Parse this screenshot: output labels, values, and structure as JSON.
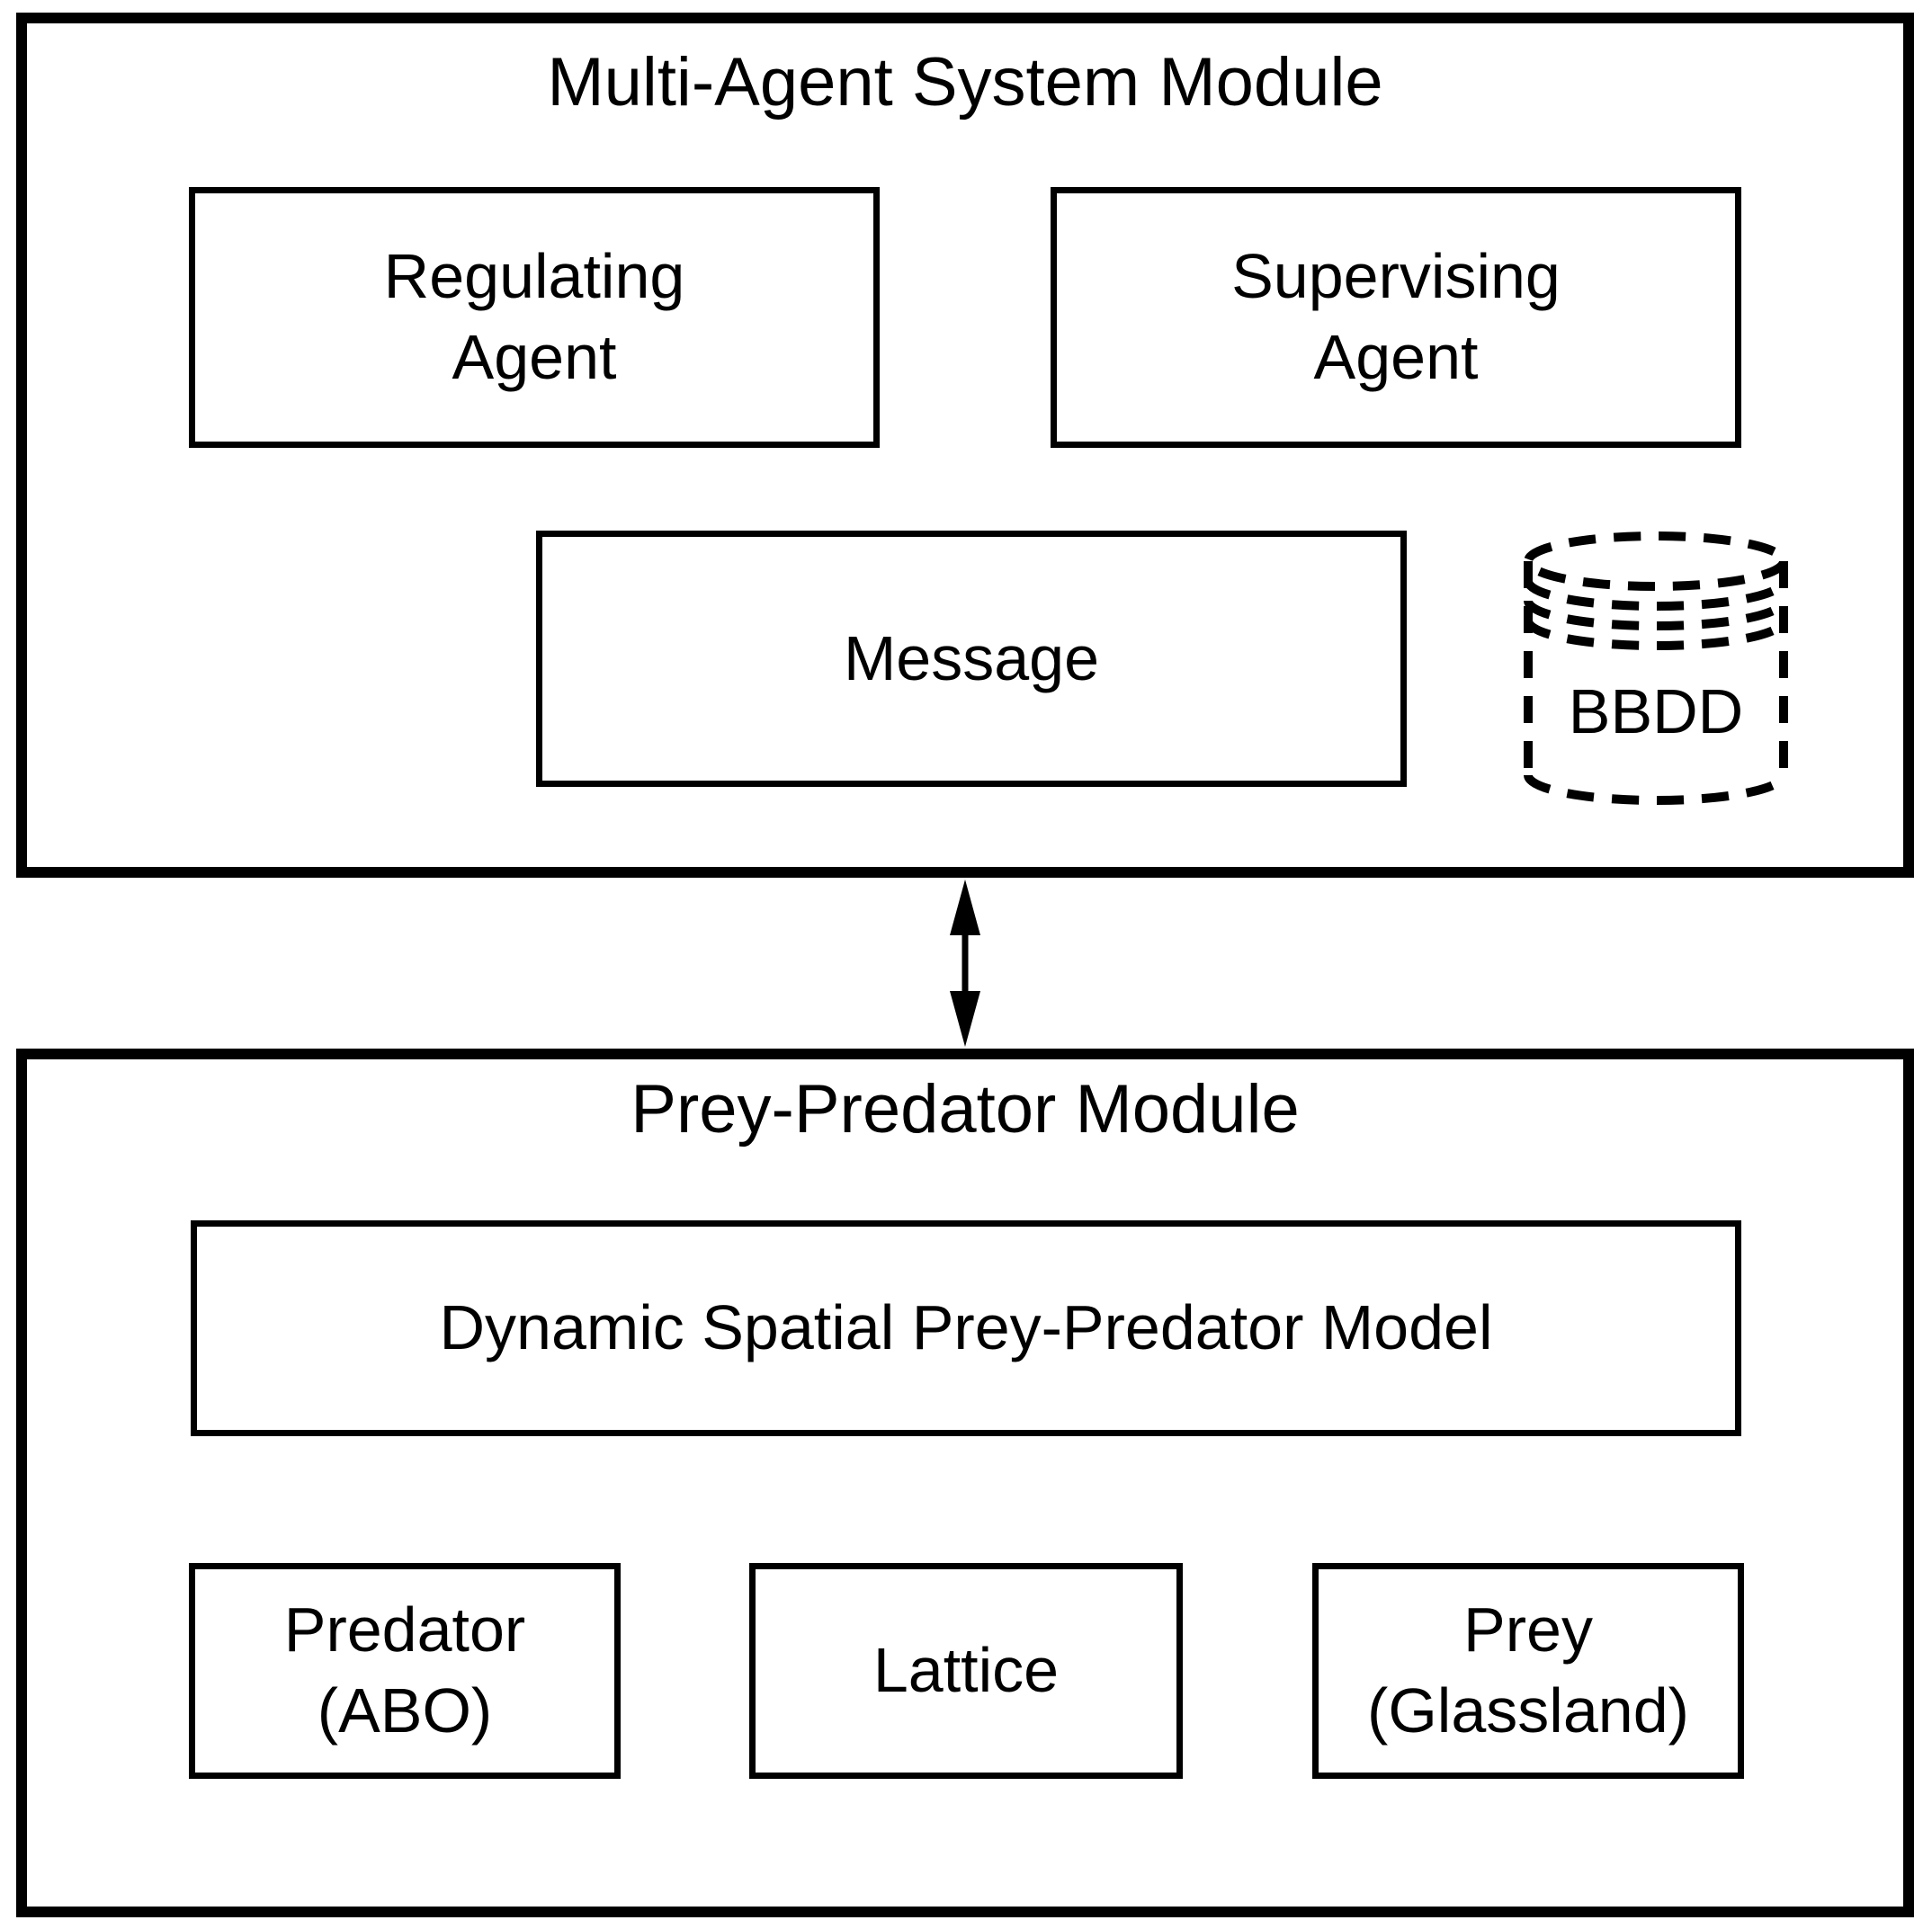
{
  "colors": {
    "background": "#ffffff",
    "line": "#000000",
    "text": "#000000"
  },
  "top_module": {
    "title": "Multi-Agent System Module",
    "boxes": {
      "regulating": {
        "line1": "Regulating",
        "line2": "Agent"
      },
      "supervising": {
        "line1": "Supervising",
        "line2": "Agent"
      },
      "message": {
        "label": "Message"
      }
    },
    "database": {
      "label": "BBDD",
      "style": "dashed-cylinder"
    }
  },
  "connector": {
    "type": "vertical-double-arrow"
  },
  "bottom_module": {
    "title": "Prey-Predator Module",
    "model_box": {
      "label": "Dynamic Spatial Prey-Predator Model"
    },
    "boxes": {
      "predator": {
        "line1": "Predator",
        "line2": "(ABO)"
      },
      "lattice": {
        "label": "Lattice"
      },
      "prey": {
        "line1": "Prey",
        "line2": "(Glassland)"
      }
    }
  }
}
